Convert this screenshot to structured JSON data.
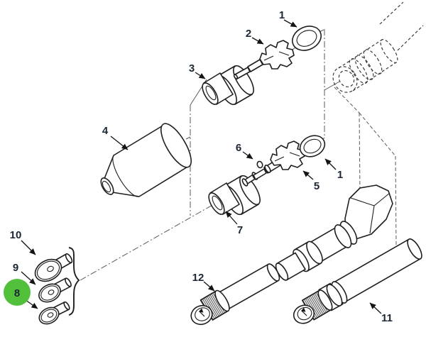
{
  "figure": {
    "kind": "exploded-parts-diagram",
    "background": "#ffffff"
  },
  "colors": {
    "line": "#1f1f1f",
    "construction": "#5a5a5a",
    "label": "#1c2634",
    "highlight_green": "#53c03c"
  },
  "highlight": {
    "callout": "8",
    "color": "#53c03c",
    "shape": "filled-circle"
  },
  "callouts": [
    {
      "id": "1-top",
      "label": "1"
    },
    {
      "id": "2",
      "label": "2"
    },
    {
      "id": "3",
      "label": "3"
    },
    {
      "id": "4",
      "label": "4"
    },
    {
      "id": "6",
      "label": "6"
    },
    {
      "id": "1-mid",
      "label": "1"
    },
    {
      "id": "5",
      "label": "5"
    },
    {
      "id": "7",
      "label": "7"
    },
    {
      "id": "10",
      "label": "10"
    },
    {
      "id": "9",
      "label": "9"
    },
    {
      "id": "8",
      "label": "8"
    },
    {
      "id": "12",
      "label": "12"
    },
    {
      "id": "11",
      "label": "11"
    }
  ]
}
